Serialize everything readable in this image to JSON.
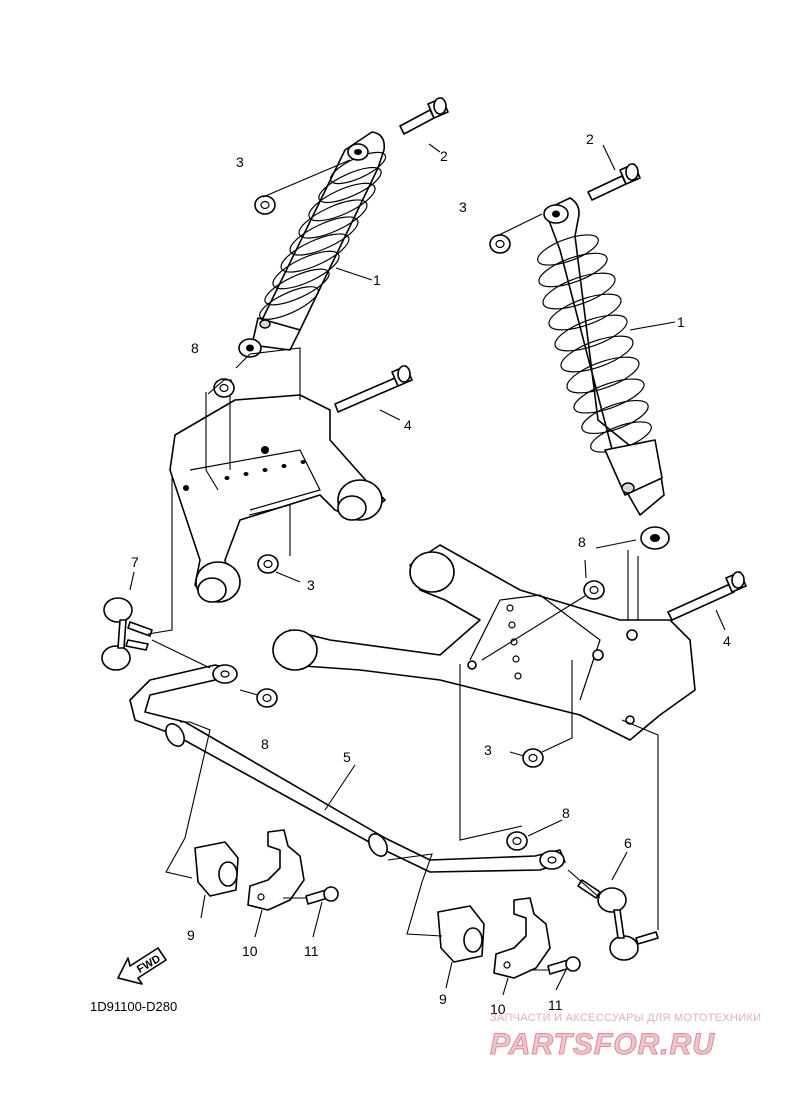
{
  "diagram": {
    "code": "1D91100-D280",
    "fwd_label": "FWD",
    "callouts": [
      {
        "id": "c1a",
        "label": "1"
      },
      {
        "id": "c1b",
        "label": "1"
      },
      {
        "id": "c2a",
        "label": "2"
      },
      {
        "id": "c2b",
        "label": "2"
      },
      {
        "id": "c3a",
        "label": "3"
      },
      {
        "id": "c3b",
        "label": "3"
      },
      {
        "id": "c3c",
        "label": "3"
      },
      {
        "id": "c3d",
        "label": "3"
      },
      {
        "id": "c4a",
        "label": "4"
      },
      {
        "id": "c4b",
        "label": "4"
      },
      {
        "id": "c5",
        "label": "5"
      },
      {
        "id": "c6",
        "label": "6"
      },
      {
        "id": "c7",
        "label": "7"
      },
      {
        "id": "c8a",
        "label": "8"
      },
      {
        "id": "c8b",
        "label": "8"
      },
      {
        "id": "c8c",
        "label": "8"
      },
      {
        "id": "c8d",
        "label": "8"
      },
      {
        "id": "c9a",
        "label": "9"
      },
      {
        "id": "c9b",
        "label": "9"
      },
      {
        "id": "c10a",
        "label": "10"
      },
      {
        "id": "c10b",
        "label": "10"
      },
      {
        "id": "c11a",
        "label": "11"
      },
      {
        "id": "c11b",
        "label": "11"
      }
    ]
  },
  "watermark": {
    "tagline": "ЗАПЧАСТИ И АКСЕССУАРЫ ДЛЯ МОТОТЕХНИКИ",
    "logo": "PARTSFOR.RU"
  },
  "colors": {
    "line": "#000000",
    "watermark": "#dc8c98"
  }
}
